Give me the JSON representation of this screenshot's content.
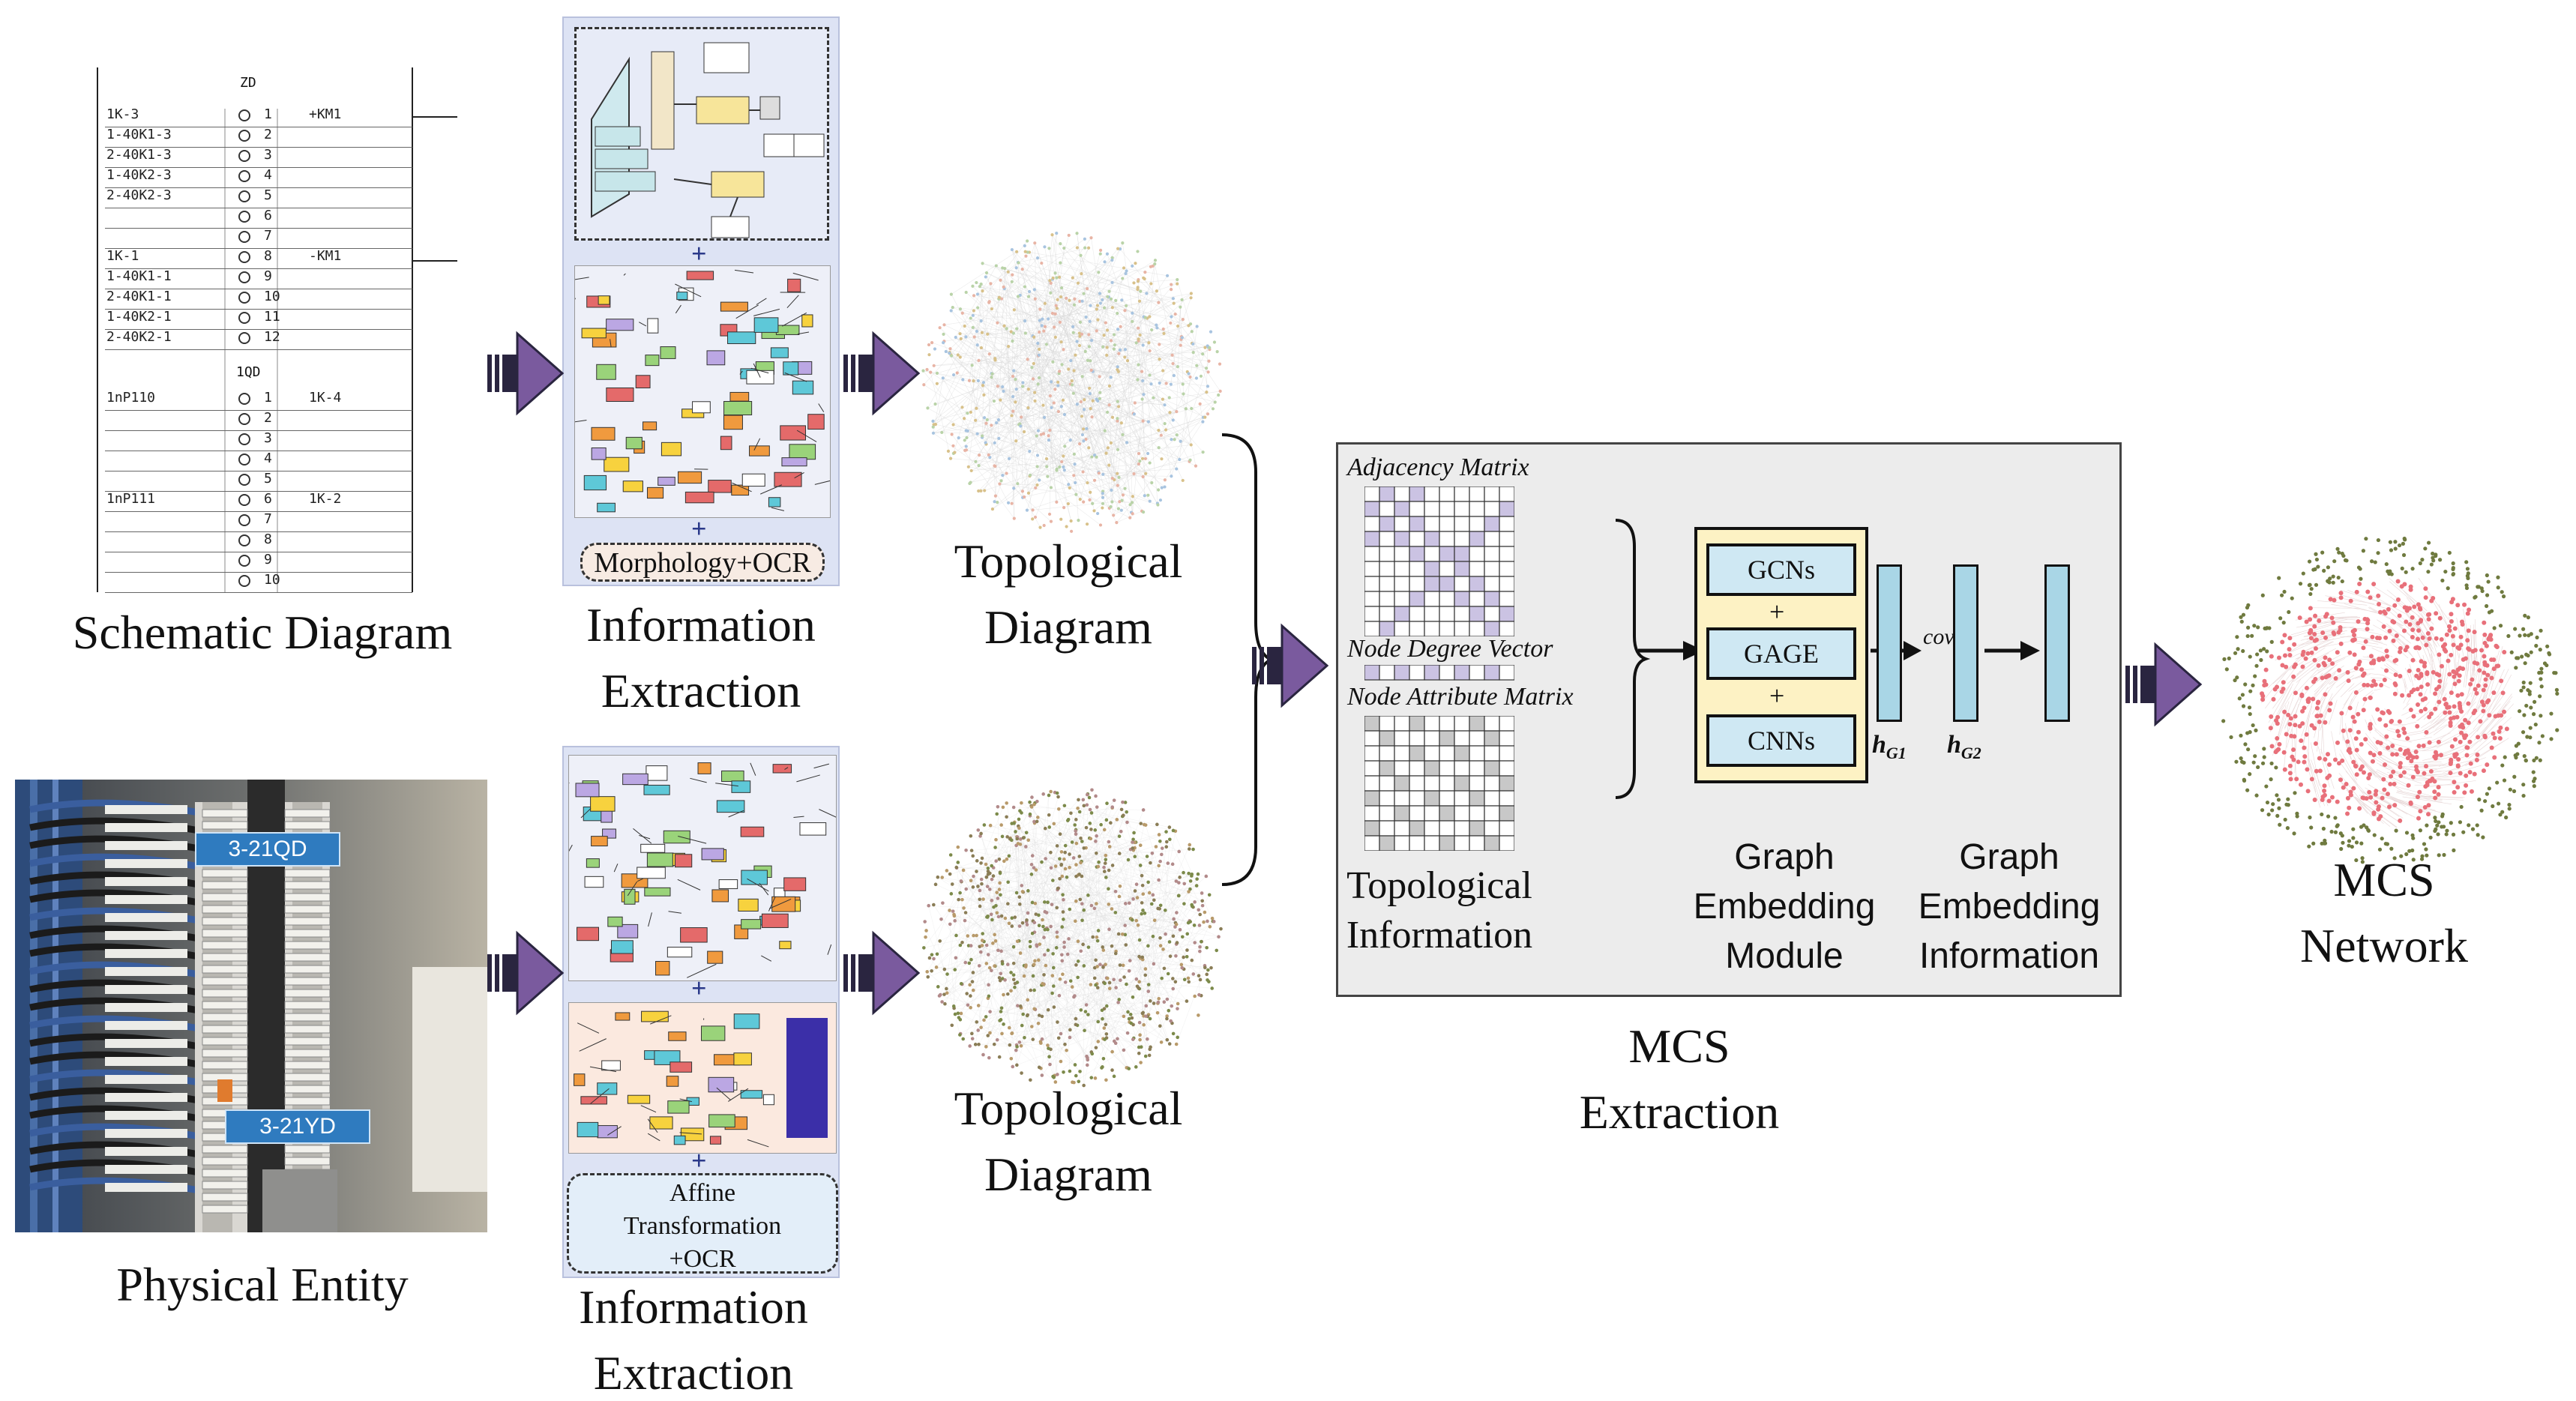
{
  "labels": {
    "schematic": "Schematic Diagram",
    "physical": "Physical Entity",
    "info_top_1": "Information",
    "info_top_2": "Extraction",
    "info_bot_1": "Information",
    "info_bot_2": "Extraction",
    "topo_top_1": "Topological",
    "topo_top_2": "Diagram",
    "topo_bot_1": "Topological",
    "topo_bot_2": "Diagram",
    "mcs_ext_1": "MCS",
    "mcs_ext_2": "Extraction",
    "mcs_net_1": "MCS",
    "mcs_net_2": "Network",
    "morph_ocr": "Morphology+OCR",
    "affine_1": "Affine",
    "affine_2": "Transformation",
    "affine_3": "+OCR",
    "plus": "+"
  },
  "mcs_box": {
    "adjacency": "Adjacency Matrix",
    "degree": "Node Degree Vector",
    "attribute": "Node Attribute Matrix",
    "topo_info_1": "Topological",
    "topo_info_2": "Information",
    "gcns": "GCNs",
    "gage": "GAGE",
    "cnns": "CNNs",
    "plus": "+",
    "cov": "cov",
    "hg1": "h",
    "hg1_sub": "G1",
    "hg2": "h",
    "hg2_sub": "G2",
    "gem_1": "Graph",
    "gem_2": "Embedding",
    "gem_3": "Module",
    "gei_1": "Graph",
    "gei_2": "Embedding",
    "gei_3": "Information"
  },
  "schematic": {
    "header1": "ZD",
    "header2": "1QD",
    "rows_top": [
      [
        "1K-3",
        "1",
        "+KM1"
      ],
      [
        "1-40K1-3",
        "2",
        ""
      ],
      [
        "2-40K1-3",
        "3",
        ""
      ],
      [
        "1-40K2-3",
        "4",
        ""
      ],
      [
        "2-40K2-3",
        "5",
        ""
      ],
      [
        "",
        "6",
        ""
      ],
      [
        "",
        "7",
        ""
      ],
      [
        "1K-1",
        "8",
        "-KM1"
      ],
      [
        "1-40K1-1",
        "9",
        ""
      ],
      [
        "2-40K1-1",
        "10",
        ""
      ],
      [
        "1-40K2-1",
        "11",
        ""
      ],
      [
        "2-40K2-1",
        "12",
        ""
      ]
    ],
    "rows_bot": [
      [
        "1nP110",
        "1",
        "1K-4"
      ],
      [
        "",
        "2",
        ""
      ],
      [
        "",
        "3",
        ""
      ],
      [
        "",
        "4",
        ""
      ],
      [
        "",
        "5",
        ""
      ],
      [
        "1nP111",
        "6",
        "1K-2"
      ],
      [
        "",
        "7",
        ""
      ],
      [
        "",
        "8",
        ""
      ],
      [
        "",
        "9",
        ""
      ],
      [
        "",
        "10",
        ""
      ]
    ]
  },
  "photo": {
    "tag1": "3-21QD",
    "tag2": "3-21YD"
  },
  "colors": {
    "arrow": "#7a5a9e",
    "panel": "#dde3f4",
    "matrix_fill": "#cbc3e3",
    "attr_fill": "#c8c8c8",
    "bar": "#a9d6e6",
    "module": "#fdf2c4",
    "mcs_bg": "#ececec",
    "node_red": "#e8707a",
    "node_green": "#6f7a3f"
  }
}
